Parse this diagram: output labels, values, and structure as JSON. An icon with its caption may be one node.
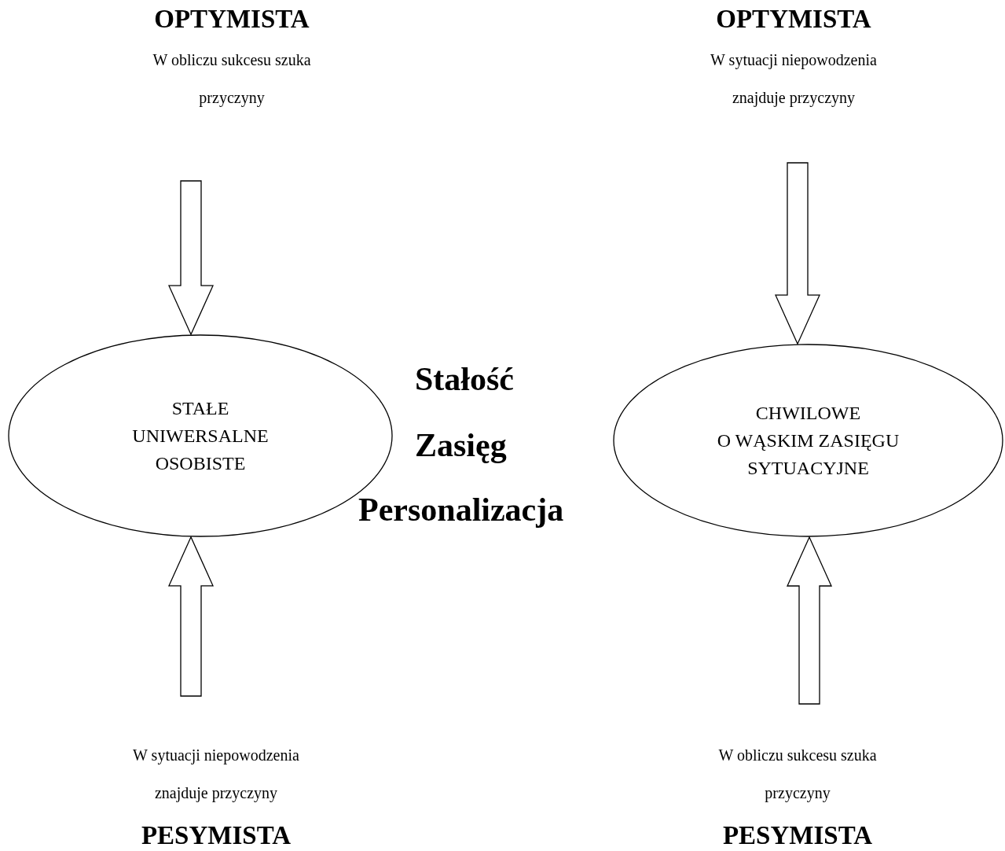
{
  "diagram": {
    "nodes": [
      {
        "text": [
          "OPTYMISTA",
          "W obliczu sukcesu szuka przyczyny"
        ]
      },
      {
        "text": [
          "OPTYMISTA",
          "W sytuacji niepowodzenia znajduje przyczyny"
        ]
      },
      {
        "text": [
          "STAŁE",
          "UNIWERSALNE",
          "OSOBISTE"
        ]
      },
      {
        "text": [
          "CHWILOWE",
          "O WĄSKIM ZASIĘGU",
          "SYTUACYJNE"
        ]
      },
      {
        "text": [
          "W sytuacji niepowodzenia znajduje przyczyny",
          "PESYMISTA"
        ]
      },
      {
        "text": [
          "W obliczu sukcesu szuka przyczyny",
          "PESYMISTA"
        ]
      }
    ],
    "edges": [
      {
        "from": 0,
        "to": 2,
        "arrow": "to",
        "style": "thick"
      },
      {
        "from": 1,
        "to": 3,
        "arrow": "to",
        "style": "thick"
      },
      {
        "from": 4,
        "to": 2,
        "arrow": "to",
        "style": "thick"
      },
      {
        "from": 5,
        "to": 3,
        "arrow": "to",
        "style": "thick"
      }
    ],
    "labels": [
      "Stałość",
      "Zasięg",
      "Personalizacja"
    ]
  }
}
